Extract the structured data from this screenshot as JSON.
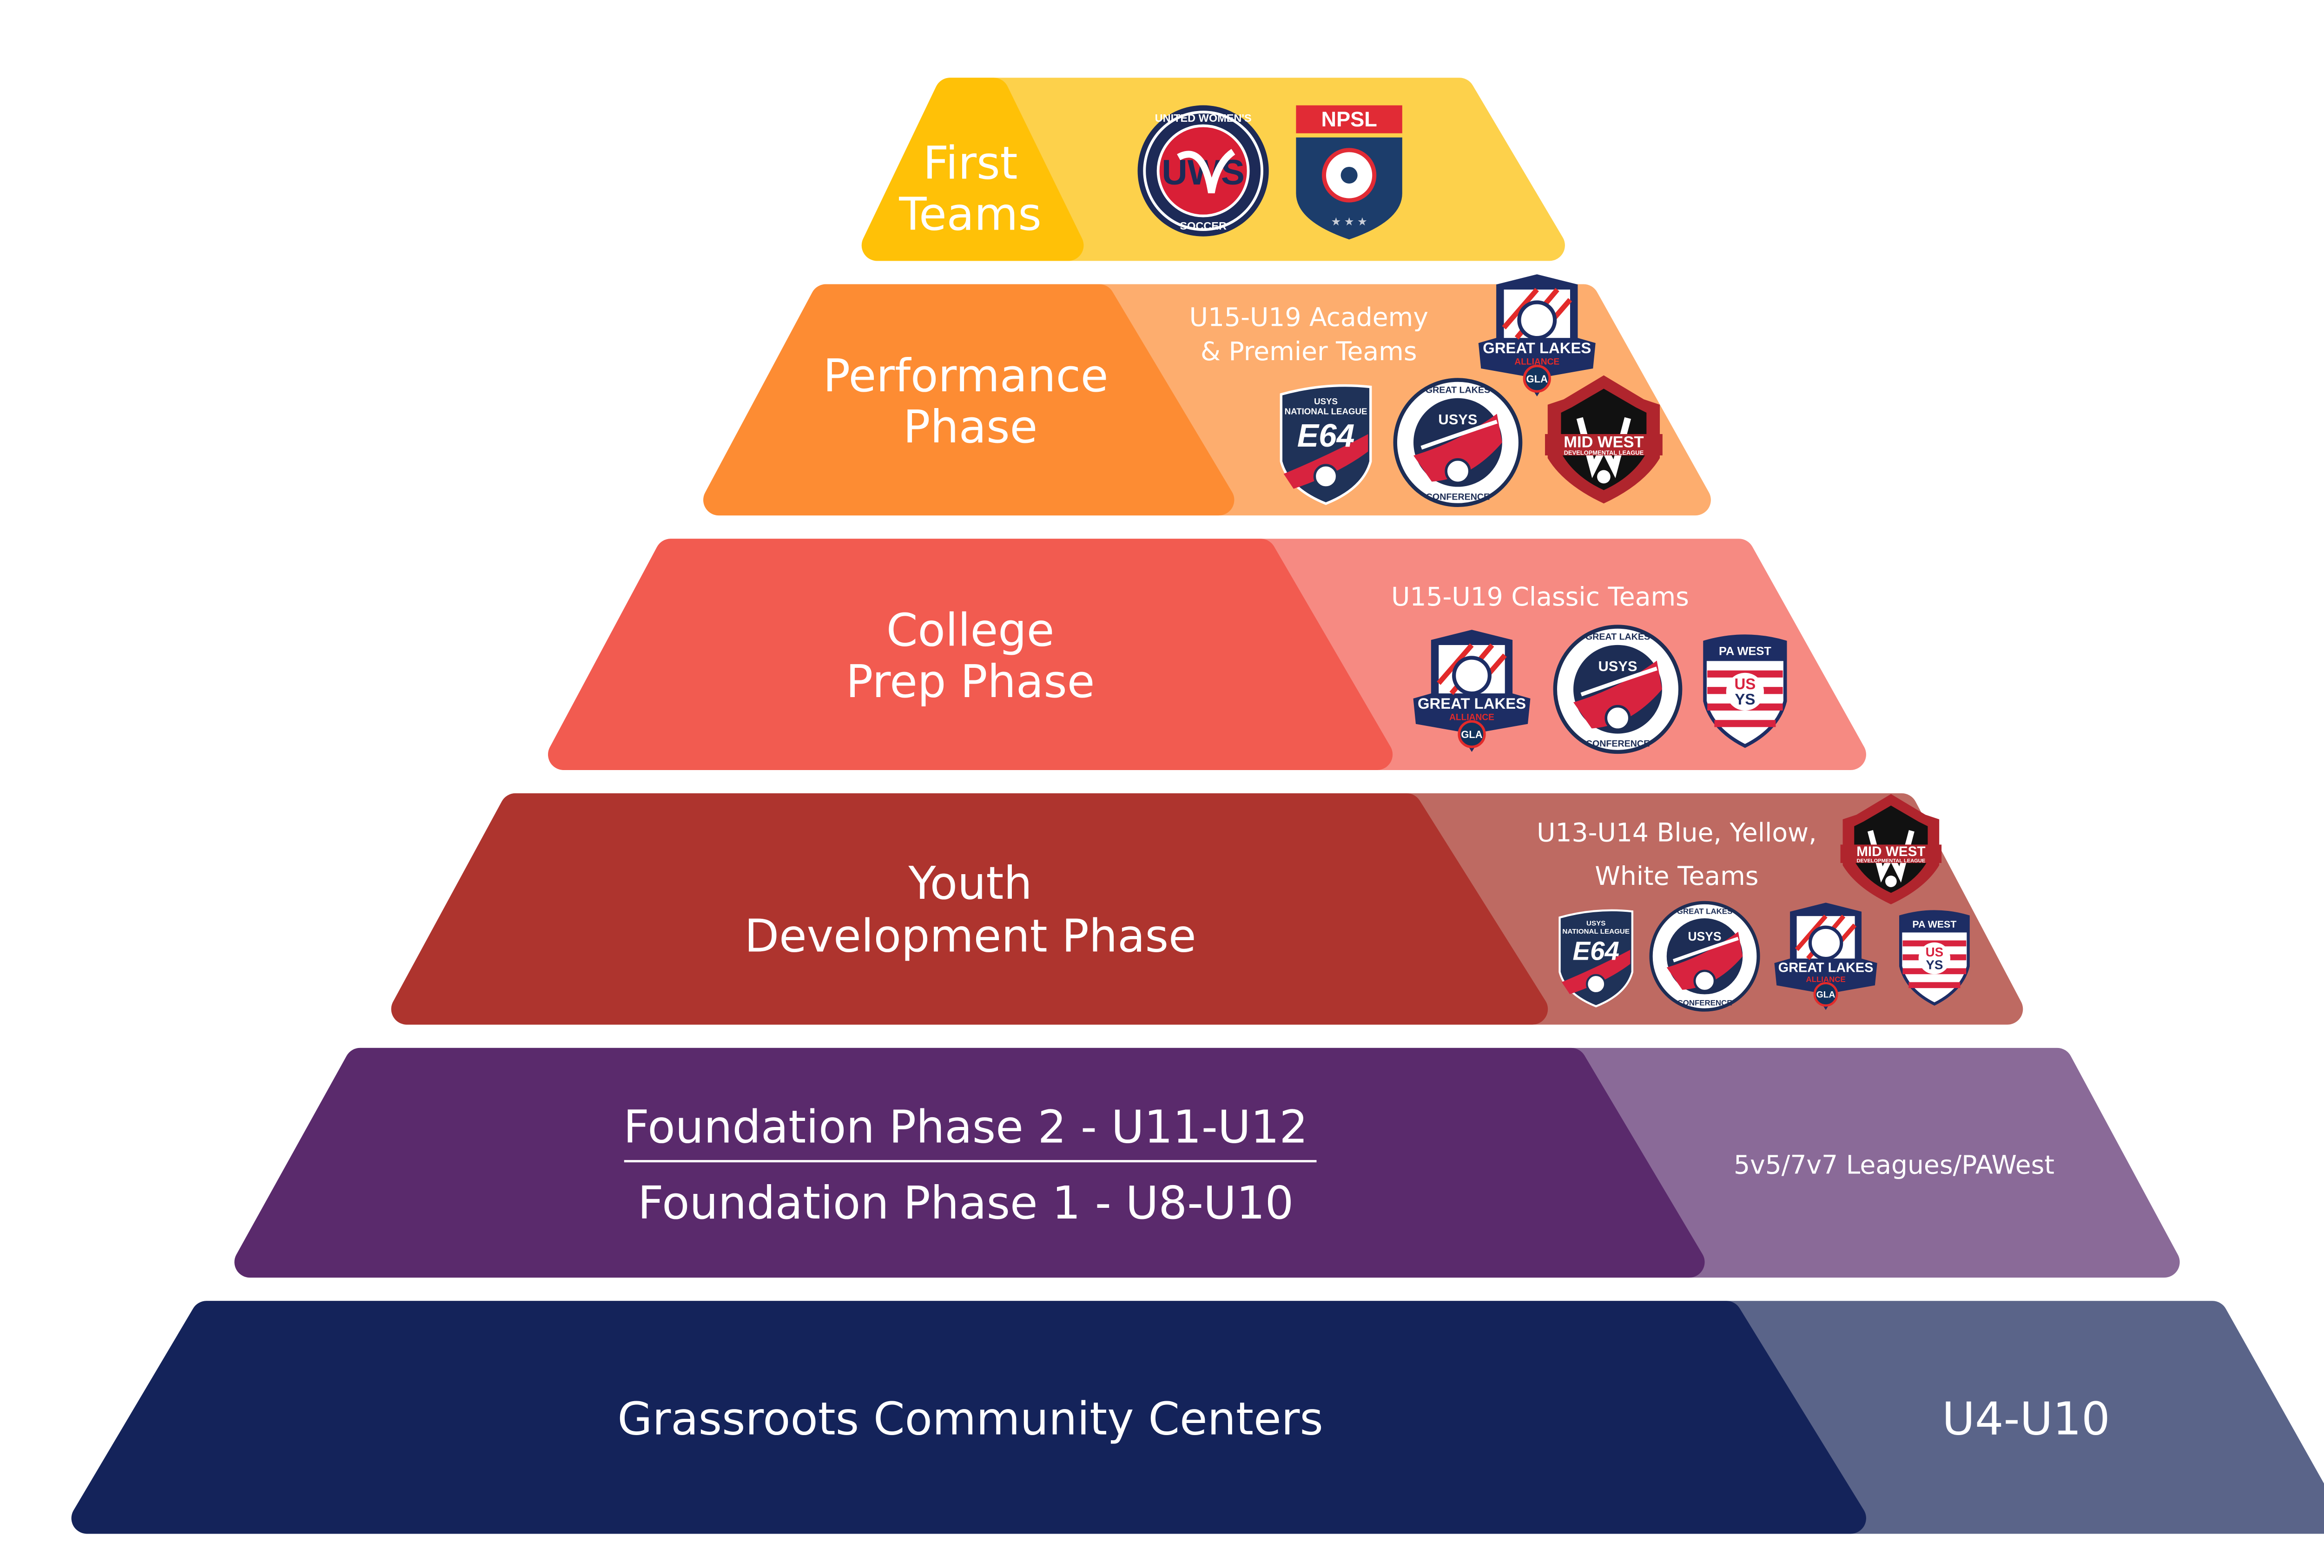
{
  "colors": {
    "first_dark": "#FFC107",
    "first_light": "#FDD14B",
    "performance_dark": "#FD8C33",
    "performance_light": "#FDAD6E",
    "college_dark": "#F25B50",
    "college_light": "#F68A82",
    "youth_dark": "#AE342E",
    "youth_light": "#BE6A62",
    "foundation_dark": "#5A2A6C",
    "foundation_light": "#8A6A98",
    "grassroots_dark": "#14235A",
    "grassroots_light": "#5A6489"
  },
  "tiers": [
    {
      "title_lines": [
        "First",
        "Teams"
      ],
      "subtitle_lines": [],
      "logos": [
        "United Women's Soccer (UWS)",
        "NPSL National Premier Soccer League"
      ]
    },
    {
      "title_lines": [
        "Performance",
        "Phase"
      ],
      "subtitle_lines": [
        "U15-U19 Academy",
        "& Premier Teams"
      ],
      "logos": [
        "Great Lakes Alliance GLA",
        "USYS National League E64",
        "Great Lakes USYS Conference",
        "Mid West Developmental League"
      ]
    },
    {
      "title_lines": [
        "College",
        "Prep Phase"
      ],
      "subtitle_lines": [
        "U15-U19 Classic Teams"
      ],
      "logos": [
        "Great Lakes Alliance GLA",
        "Great Lakes USYS Conference",
        "PA West US YS"
      ]
    },
    {
      "title_lines": [
        "Youth",
        "Development Phase"
      ],
      "subtitle_lines": [
        "U13-U14 Blue, Yellow,",
        "White Teams"
      ],
      "logos": [
        "Mid West Developmental League",
        "USYS National League E64",
        "Great Lakes USYS Conference",
        "Great Lakes Alliance GLA",
        "PA West US YS"
      ]
    },
    {
      "title_lines": [
        "Foundation Phase 2 - U11-U12",
        "Foundation Phase 1 - U8-U10"
      ],
      "subtitle_lines": [
        "5v5/7v7 Leagues/PAWest"
      ],
      "logos": []
    },
    {
      "title_lines": [
        "Grassroots Community Centers"
      ],
      "subtitle_lines": [
        "U4-U10"
      ],
      "logos": []
    }
  ]
}
